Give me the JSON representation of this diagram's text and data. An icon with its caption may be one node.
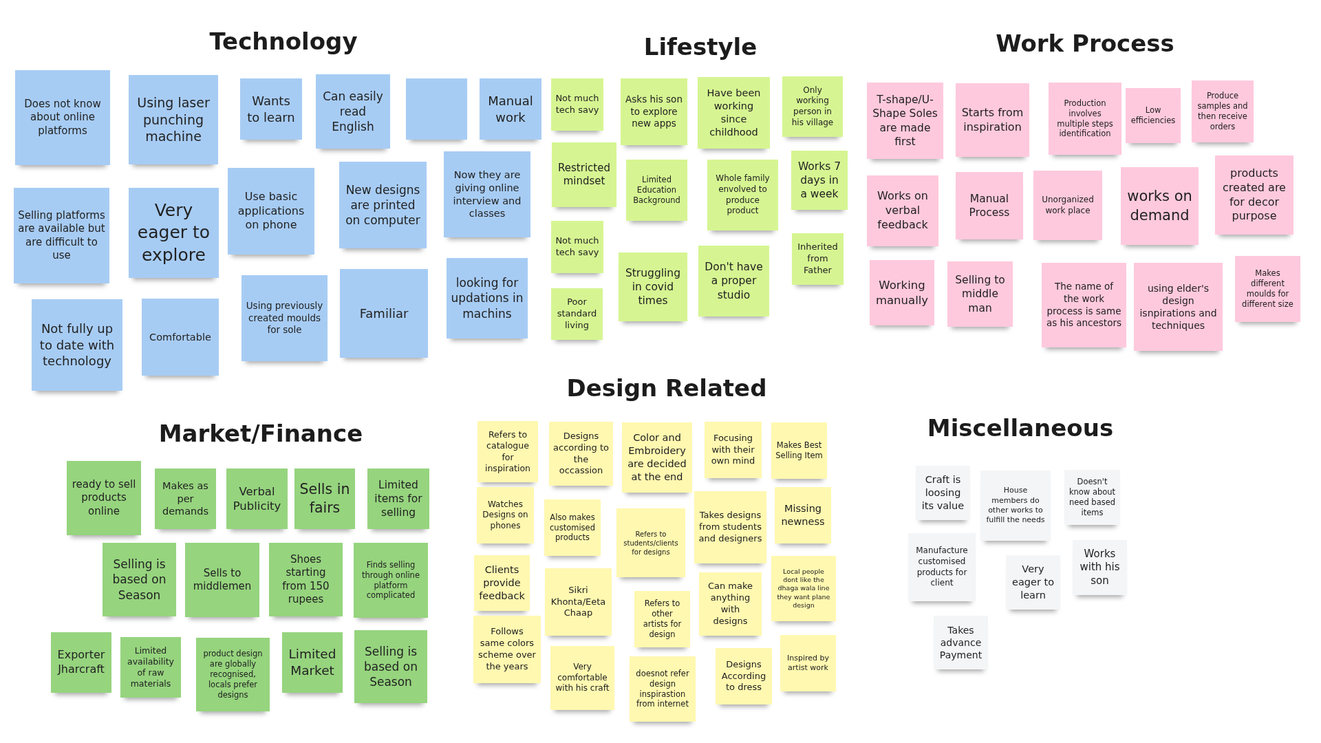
{
  "diagram": {
    "nodes": [
      {
        "text": [
          "Does not know about online platforms"
        ]
      },
      {
        "text": [
          "Using laser punching machine"
        ]
      },
      {
        "text": [
          "Wants to learn"
        ]
      },
      {
        "text": [
          "Can easily read English"
        ]
      },
      {
        "text": [],
        "shape": "box"
      },
      {
        "text": [
          "Manual work"
        ]
      },
      {
        "text": [
          "Selling platforms are available but are difficult to use"
        ]
      },
      {
        "text": [
          "Very eager to explore"
        ]
      },
      {
        "text": [
          "Use basic applications on phone"
        ]
      },
      {
        "text": [
          "New designs are printed on computer"
        ]
      },
      {
        "text": [
          "Now they are giving online interview and classes"
        ]
      },
      {
        "text": [
          "Not fully up to date with technology"
        ]
      },
      {
        "text": [
          "Comfortable"
        ]
      },
      {
        "text": [
          "Using previously created moulds for sole"
        ]
      },
      {
        "text": [
          "Familiar"
        ]
      },
      {
        "text": [
          "looking for updations in machins"
        ]
      },
      {
        "text": [
          "Not much tech savy"
        ]
      },
      {
        "text": [
          "Asks his son to explore new apps"
        ]
      },
      {
        "text": [
          "Have been working since childhood"
        ]
      },
      {
        "text": [
          "Only working person in his village"
        ]
      },
      {
        "text": [
          "Restricted mindset"
        ]
      },
      {
        "text": [
          "Limited Education Background"
        ]
      },
      {
        "text": [
          "Whole family envolved to produce product"
        ]
      },
      {
        "text": [
          "Works 7 days in a week"
        ]
      },
      {
        "text": [
          "Not much tech savy"
        ]
      },
      {
        "text": [
          "Struggling in covid times"
        ]
      },
      {
        "text": [
          "Don't have a proper studio"
        ]
      },
      {
        "text": [
          "Inherited from Father"
        ]
      },
      {
        "text": [
          "Poor standard living"
        ]
      },
      {
        "text": [
          "T-shape/U-Shape Soles are made first"
        ]
      },
      {
        "text": [
          "Starts from inspiration"
        ]
      },
      {
        "text": [
          "Production involves multiple steps identification"
        ]
      },
      {
        "text": [
          "Low efficiencies"
        ]
      },
      {
        "text": [
          "Produce samples and then receive orders"
        ]
      },
      {
        "text": [
          "Works on verbal feedback"
        ]
      },
      {
        "text": [
          "Manual Process"
        ]
      },
      {
        "text": [
          "Unorganized work place"
        ]
      },
      {
        "text": [
          "works on demand"
        ]
      },
      {
        "text": [
          "products created are for decor purpose"
        ]
      },
      {
        "text": [
          "Working manually"
        ]
      },
      {
        "text": [
          "Selling to middle man"
        ]
      },
      {
        "text": [
          "The name of the work process is same as his ancestors"
        ]
      },
      {
        "text": [
          "using elder's design isnpirations and techniques"
        ]
      },
      {
        "text": [
          "Makes different moulds for different size"
        ]
      },
      {
        "text": [
          "ready to sell products online"
        ]
      },
      {
        "text": [
          "Makes as per demands"
        ]
      },
      {
        "text": [
          "Verbal Publicity"
        ]
      },
      {
        "text": [
          "Sells in fairs"
        ]
      },
      {
        "text": [
          "Limited items for selling"
        ]
      },
      {
        "text": [
          "Selling is based on Season"
        ]
      },
      {
        "text": [
          "Sells to middlemen"
        ]
      },
      {
        "text": [
          "Shoes starting from 150 rupees"
        ]
      },
      {
        "text": [
          "Finds selling through online platform complicated"
        ]
      },
      {
        "text": [
          "Exporter Jharcraft"
        ]
      },
      {
        "text": [
          "Limited availability of raw materials"
        ]
      },
      {
        "text": [
          "product design are globally recognised, locals prefer designs"
        ]
      },
      {
        "text": [
          "Limited Market"
        ]
      },
      {
        "text": [
          "Selling is based on Season"
        ]
      },
      {
        "text": [
          "Refers to catalogue for inspiration"
        ]
      },
      {
        "text": [
          "Designs according to the occassion"
        ]
      },
      {
        "text": [
          "Color and Embroidery are decided at the end"
        ]
      },
      {
        "text": [
          "Focusing with their own mind"
        ]
      },
      {
        "text": [
          "Makes Best Selling Item"
        ]
      },
      {
        "text": [
          "Watches Designs on phones"
        ]
      },
      {
        "text": [
          "Also makes customised products"
        ]
      },
      {
        "text": [
          "Refers to students/clients for designs"
        ]
      },
      {
        "text": [
          "Takes designs from students and designers"
        ]
      },
      {
        "text": [
          "Missing newness"
        ]
      },
      {
        "text": [
          "Clients provide feedback"
        ]
      },
      {
        "text": [
          "Sikri Khonta/Eeta Chaap"
        ]
      },
      {
        "text": [
          "Can make anything with designs"
        ]
      },
      {
        "text": [
          "Local people dont like the dhaga wala line they want plane design"
        ]
      },
      {
        "text": [
          "Refers to other artists for design"
        ]
      },
      {
        "text": [
          "Follows same colors scheme over the years"
        ]
      },
      {
        "text": [
          "Very comfortable with his craft"
        ]
      },
      {
        "text": [
          "doesnot refer design inspirastion from internet"
        ]
      },
      {
        "text": [
          "Designs According to dress"
        ]
      },
      {
        "text": [
          "Inspired by artist work"
        ]
      },
      {
        "text": [
          "Craft is loosing its value"
        ]
      },
      {
        "text": [
          "House members do other works to fulfill the needs"
        ]
      },
      {
        "text": [
          "Doesn't know about need based items"
        ]
      },
      {
        "text": [
          "Manufacture customised products for client"
        ]
      },
      {
        "text": [
          "Very eager to learn"
        ]
      },
      {
        "text": [
          "Works with his son"
        ]
      },
      {
        "text": [
          "Takes advance Payment"
        ]
      }
    ],
    "labels": [
      "Technology",
      "Lifestyle",
      "Work Process",
      "Market/Finance",
      "Design Related",
      "Miscellaneous"
    ]
  }
}
